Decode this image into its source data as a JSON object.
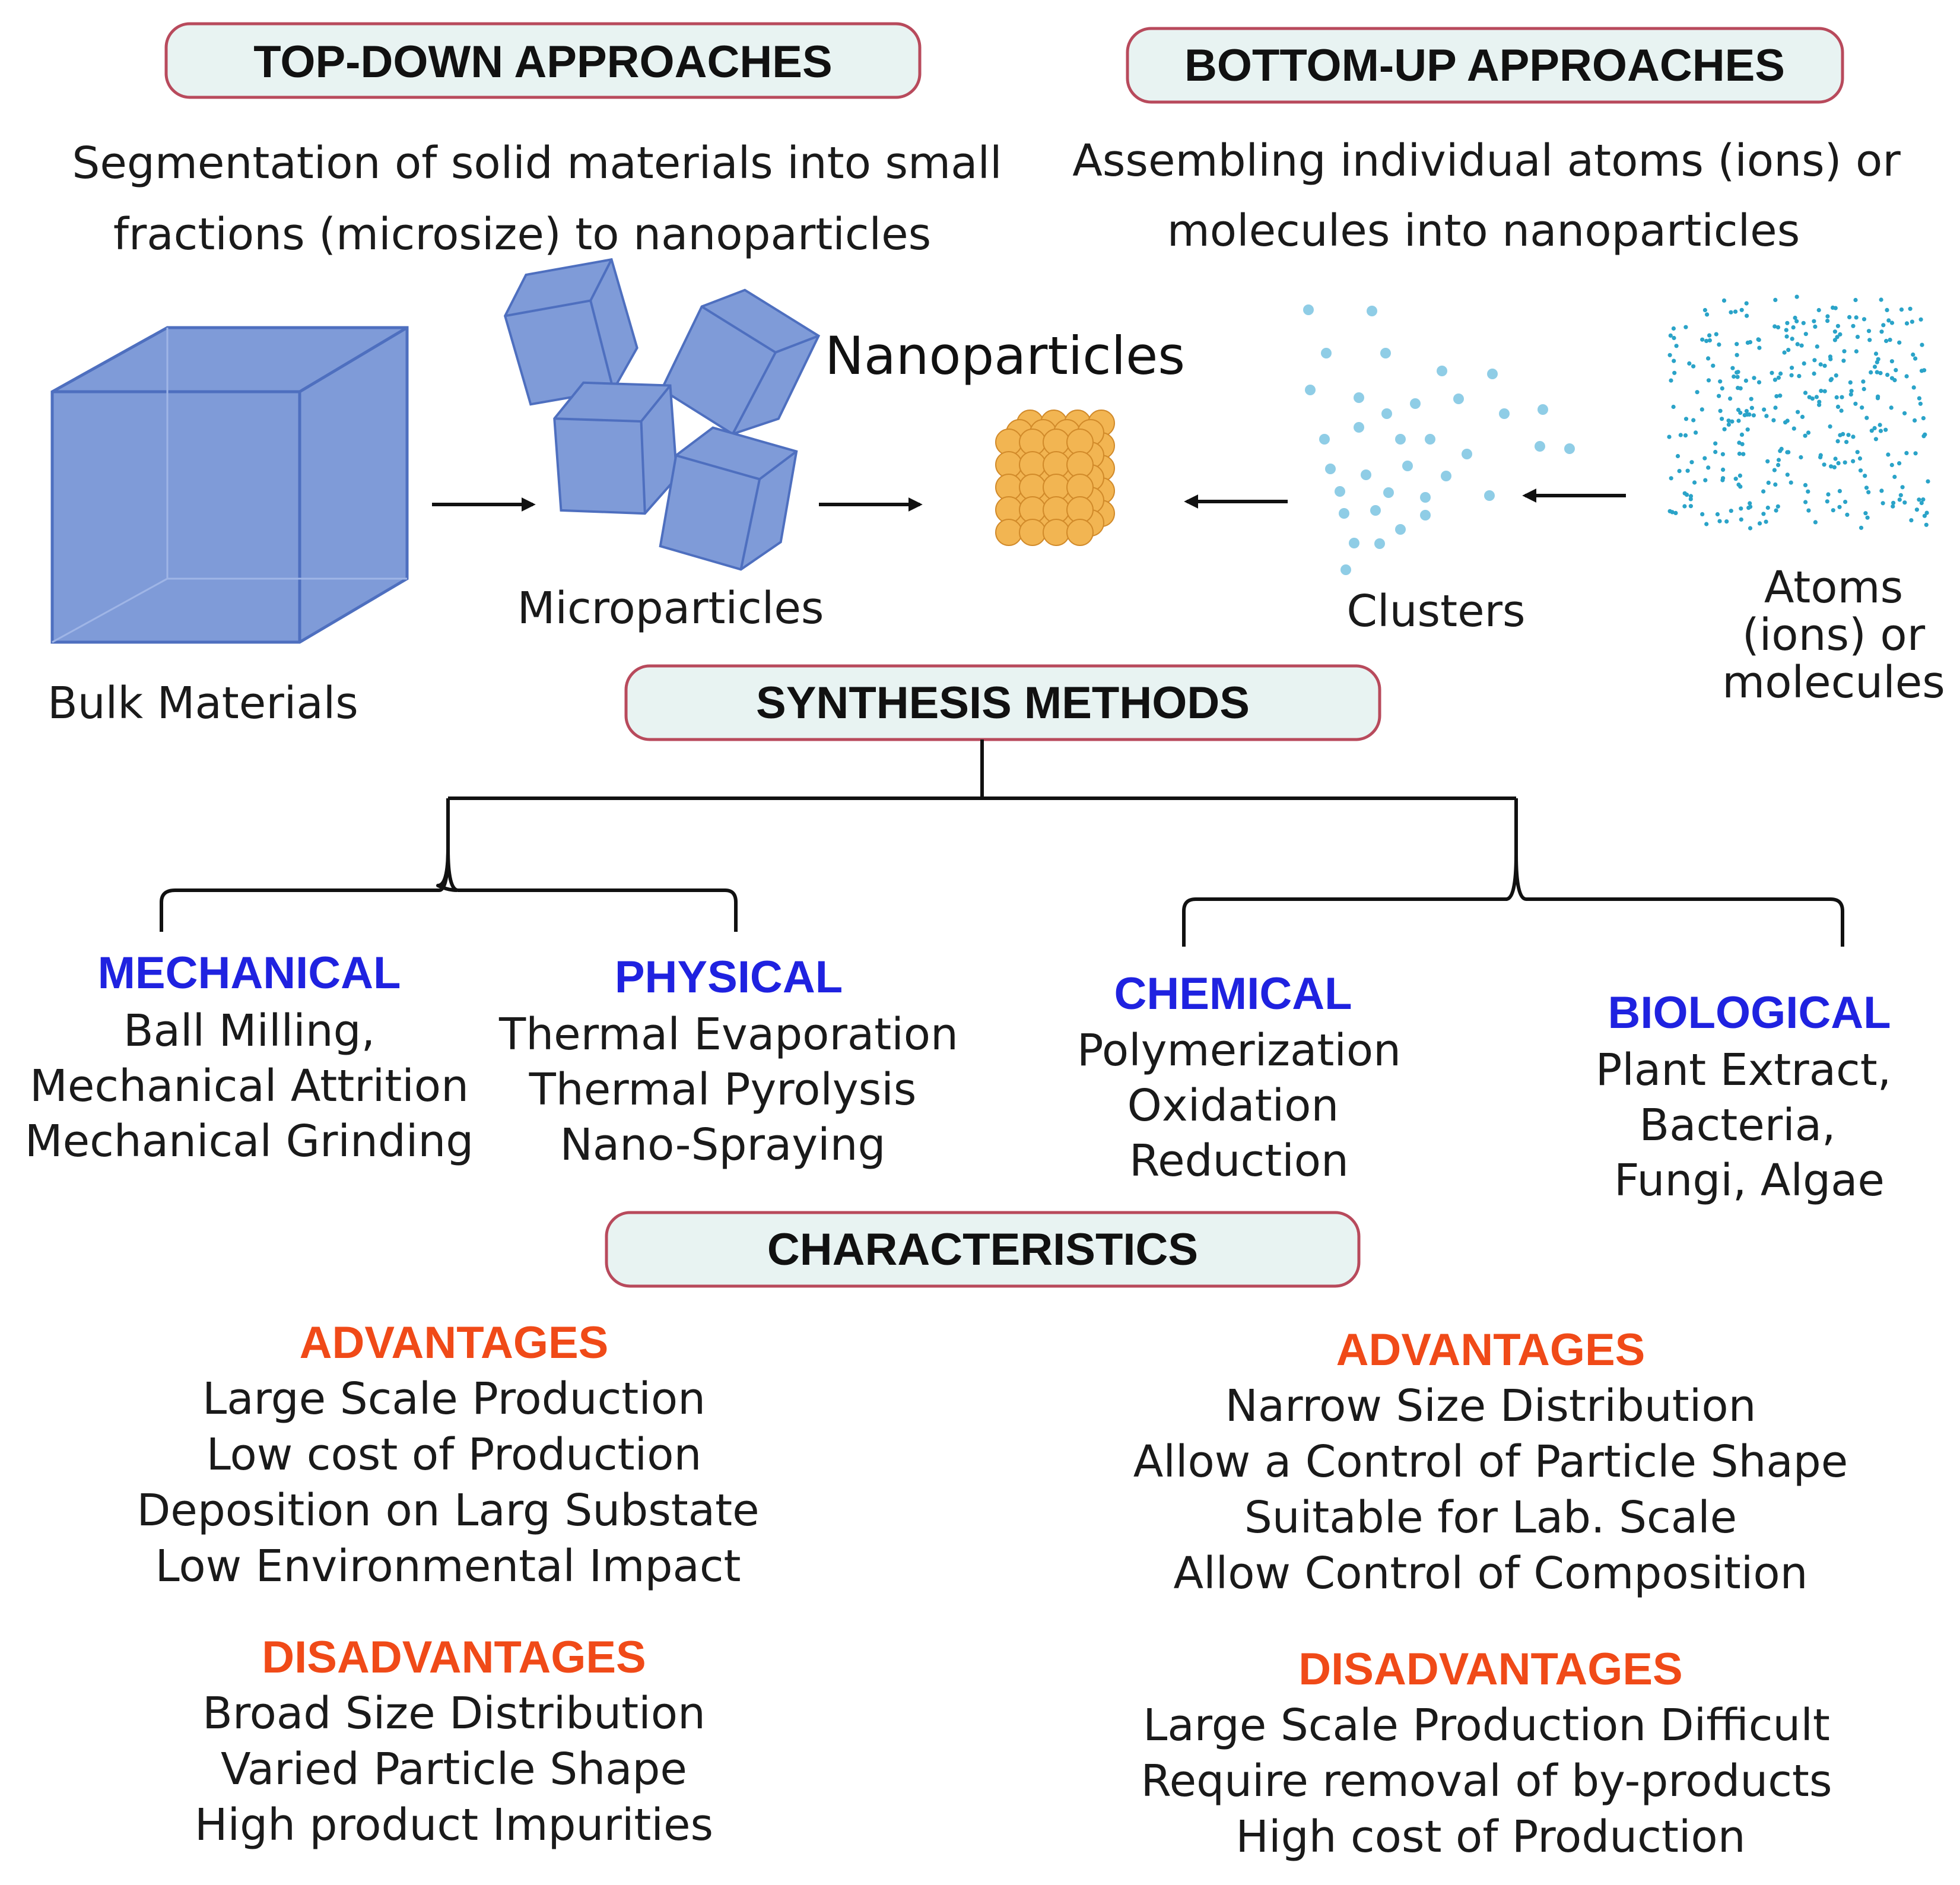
{
  "colors": {
    "header_box_fill": "#e8f3f2",
    "header_box_border": "#b84a5c",
    "method_title": "#1f22e0",
    "adv_title": "#f04a18",
    "cube": "#7f9bd8",
    "nanoparticle": "#f2b552",
    "cluster_dot": "#8fcde6",
    "atom_dot": "#2aa3c8"
  },
  "top_down": {
    "title": "TOP-DOWN APPROACHES",
    "desc_line1": "Segmentation of solid materials into small",
    "desc_line2": "fractions (microsize) to nanoparticles"
  },
  "bottom_up": {
    "title": "BOTTOM-UP APPROACHES",
    "desc_line1": "Assembling individual atoms (ions) or",
    "desc_line2": "molecules into nanoparticles"
  },
  "illustration": {
    "bulk_label": "Bulk Materials",
    "micro_label": "Microparticles",
    "nano_label": "Nanoparticles",
    "cluster_label": "Clusters",
    "atoms_label_line1": "Atoms",
    "atoms_label_line2": "(ions) or",
    "atoms_label_line3": "molecules"
  },
  "synthesis": {
    "title": "SYNTHESIS METHODS",
    "methods": [
      {
        "title": "MECHANICAL",
        "items": [
          "Ball Milling,",
          "Mechanical Attrition",
          "Mechanical Grinding"
        ]
      },
      {
        "title": "PHYSICAL",
        "items": [
          "Thermal Evaporation",
          "Thermal Pyrolysis",
          "Nano-Spraying"
        ]
      },
      {
        "title": "CHEMICAL",
        "items": [
          "Polymerization",
          "Oxidation",
          "Reduction"
        ]
      },
      {
        "title": "BIOLOGICAL",
        "items": [
          "Plant Extract,",
          "Bacteria,",
          "Fungi, Algae"
        ]
      }
    ]
  },
  "characteristics": {
    "title": "CHARACTERISTICS",
    "top_down": {
      "adv_title": "ADVANTAGES",
      "advantages": [
        "Large Scale Production",
        "Low cost of Production",
        "Deposition on Larg Substate",
        "Low Environmental Impact"
      ],
      "disadv_title": "DISADVANTAGES",
      "disadvantages": [
        "Broad Size Distribution",
        "Varied Particle Shape",
        "High product Impurities"
      ]
    },
    "bottom_up": {
      "adv_title": "ADVANTAGES",
      "advantages": [
        "Narrow Size Distribution",
        "Allow a Control of Particle Shape",
        "Suitable for Lab. Scale",
        "Allow  Control of Composition"
      ],
      "disadv_title": "DISADVANTAGES",
      "disadvantages": [
        "Large Scale Production Difficult",
        "Require removal of by-products",
        "High cost of Production"
      ]
    }
  }
}
